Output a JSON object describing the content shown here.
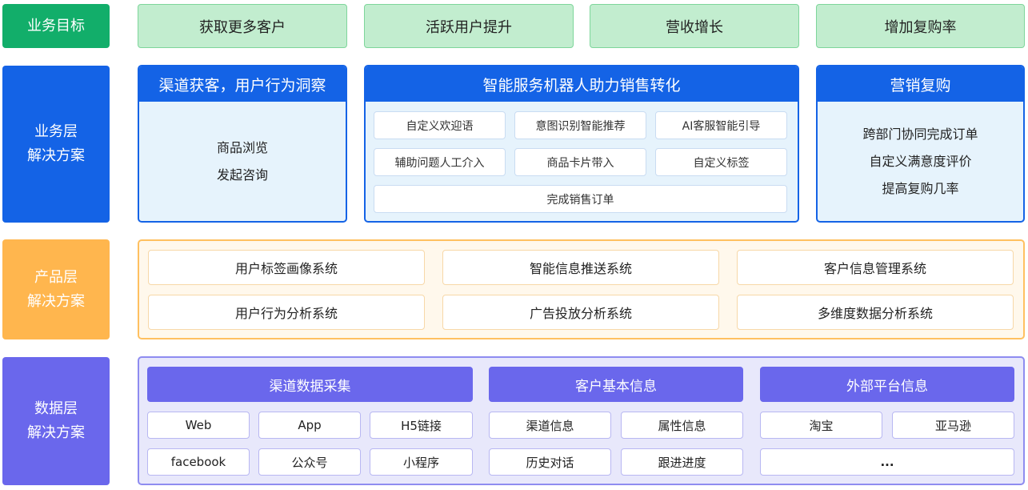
{
  "row_labels": {
    "goals": "业务目标",
    "business": [
      "业务层",
      "解决方案"
    ],
    "product": [
      "产品层",
      "解决方案"
    ],
    "data": [
      "数据层",
      "解决方案"
    ]
  },
  "goals": [
    "获取更多客户",
    "活跃用户提升",
    "营收增长",
    "增加复购率"
  ],
  "business": {
    "left": {
      "title": "渠道获客，用户行为洞察",
      "lines": [
        "商品浏览",
        "发起咨询"
      ]
    },
    "middle": {
      "title": "智能服务机器人助力销售转化",
      "items": [
        "自定义欢迎语",
        "意图识别智能推荐",
        "AI客服智能引导",
        "辅助问题人工介入",
        "商品卡片带入",
        "自定义标签"
      ],
      "wide_item": "完成销售订单"
    },
    "right": {
      "title": "营销复购",
      "lines": [
        "跨部门协同完成订单",
        "自定义满意度评价",
        "提高复购几率"
      ]
    }
  },
  "product": {
    "items": [
      "用户标签画像系统",
      "智能信息推送系统",
      "客户信息管理系统",
      "用户行为分析系统",
      "广告投放分析系统",
      "多维度数据分析系统"
    ]
  },
  "data": {
    "groups": [
      {
        "title": "渠道数据采集",
        "items": [
          "Web",
          "App",
          "H5链接",
          "facebook",
          "公众号",
          "小程序"
        ]
      },
      {
        "title": "客户基本信息",
        "items": [
          "渠道信息",
          "属性信息",
          "历史对话",
          "跟进进度"
        ]
      },
      {
        "title": "外部平台信息",
        "items": [
          "淘宝",
          "亚马逊"
        ],
        "wide_item": "..."
      }
    ]
  },
  "colors": {
    "goal_green": "#12ae6a",
    "business_blue": "#1463e6",
    "product_orange": "#ffb64e",
    "data_purple": "#6a67ec"
  }
}
